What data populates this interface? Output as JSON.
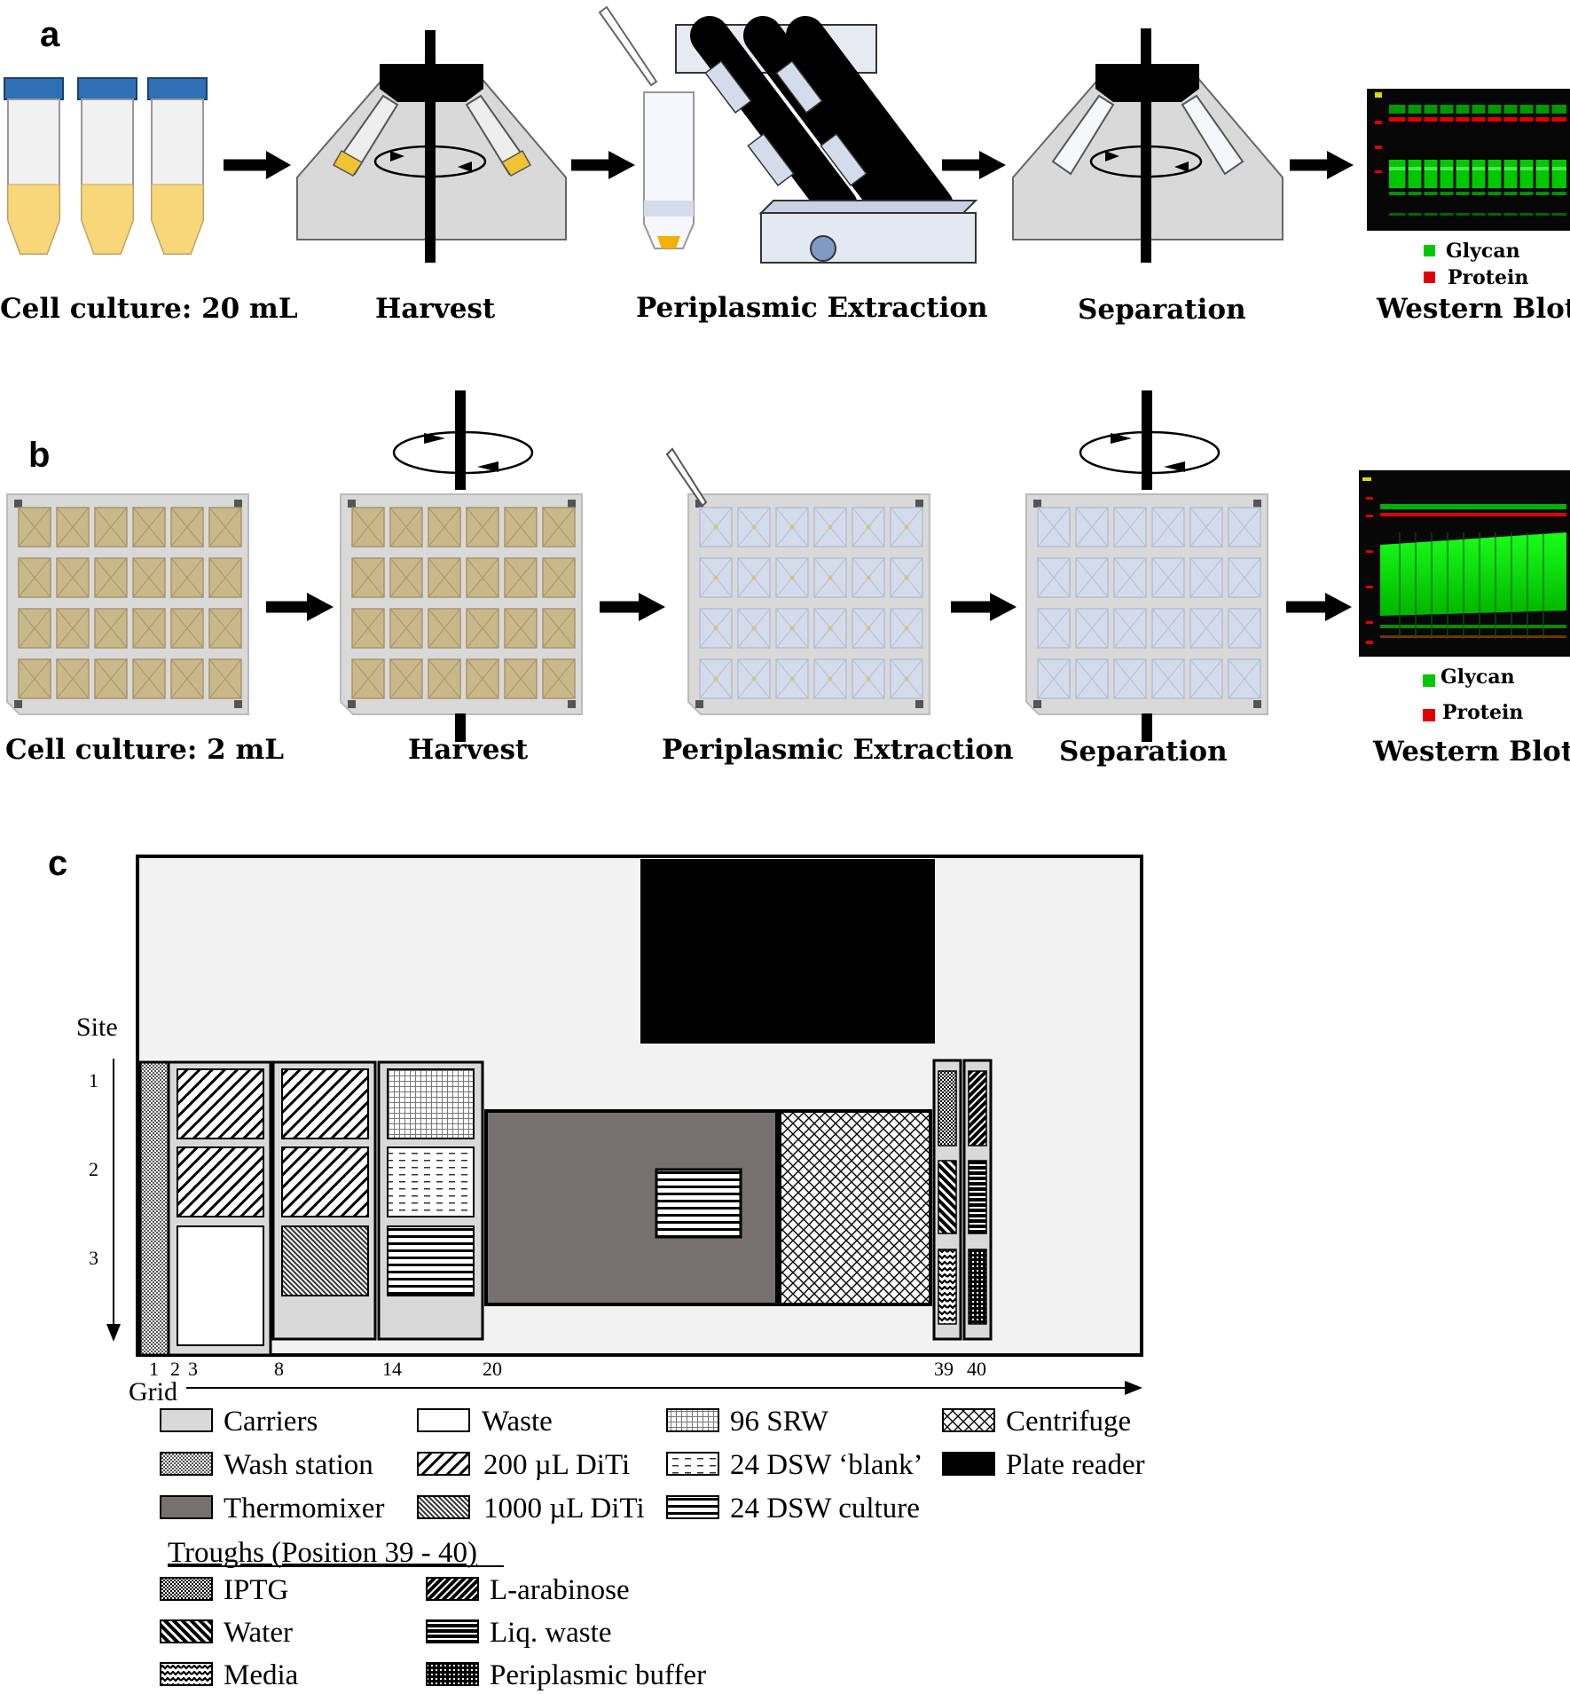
{
  "panels": {
    "a": {
      "label": "a",
      "steps": [
        "Cell culture: 20 mL",
        "Harvest",
        "Periplasmic Extraction",
        "Separation",
        "Western Blot"
      ],
      "blot_legend": [
        "Glycan",
        "Protein"
      ]
    },
    "b": {
      "label": "b",
      "steps": [
        "Cell culture: 2 mL",
        "Harvest",
        "Periplasmic Extraction",
        "Separation",
        "Western Blot"
      ],
      "blot_legend": [
        "Glycan",
        "Protein"
      ]
    },
    "c": {
      "label": "c",
      "site_label": "Site",
      "site_numbers": [
        "1",
        "2",
        "3"
      ],
      "grid_label": "Grid",
      "grid_numbers": [
        "1",
        "2",
        "3",
        "8",
        "14",
        "20",
        "39",
        "40"
      ],
      "legend": [
        "Carriers",
        "Waste",
        "96 SRW",
        "Centrifuge",
        "Wash station",
        "200 µL DiTi",
        "24 DSW ‘blank’",
        "Plate reader",
        "Thermomixer",
        "1000 µL DiTi",
        "24 DSW culture"
      ],
      "troughs_title": "Troughs (Position 39 - 40)",
      "troughs": [
        "IPTG",
        "L-arabinose",
        "Water",
        "Liq. waste",
        "Media",
        "Periplasmic buffer"
      ]
    }
  },
  "colors": {
    "arrow": "#000000",
    "culture_yellow": "#f7d77a",
    "tube_cap_blue": "#2f6fb5",
    "machine_grey": "#d9d9d9",
    "plate_brown": "#c9b98a",
    "plate_blue": "#d4dceb",
    "thermomixer": "#767170",
    "glycan_green": "#00c800",
    "protein_red": "#e00000"
  }
}
